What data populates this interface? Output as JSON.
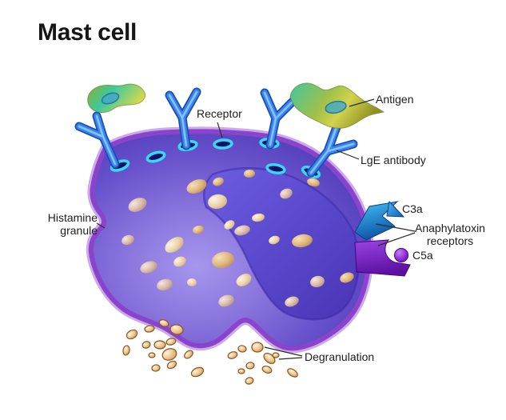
{
  "title": "Mast cell",
  "labels": {
    "receptor": "Receptor",
    "antigen": "Antigen",
    "lge_antibody": "LgE antibody",
    "histamine_granule_line1": "Histamine",
    "histamine_granule_line2": "granule",
    "c3a": "C3a",
    "anaphylatoxin_line1": "Anaphylatoxin",
    "anaphylatoxin_line2": "receptors",
    "c5a": "C5a",
    "degranulation": "Degranulation"
  },
  "colors": {
    "background": "#ffffff",
    "label_text": "#1d1d1d",
    "cell_cytoplasm": "#6852cc",
    "cell_membrane": "#8a44cc",
    "membrane_outer_edge": "#cba9ea",
    "nucleus": "#5a48cc",
    "granule_tan": "#d9b27e",
    "antibody_blue": "#3a86f0",
    "receptor_ring_cyan": "#38d8f8",
    "antigen_green": "#3ec89e",
    "c3a_receptor_blue": "#1f8fe0",
    "c5a_receptor_purple": "#7a1fc0"
  }
}
